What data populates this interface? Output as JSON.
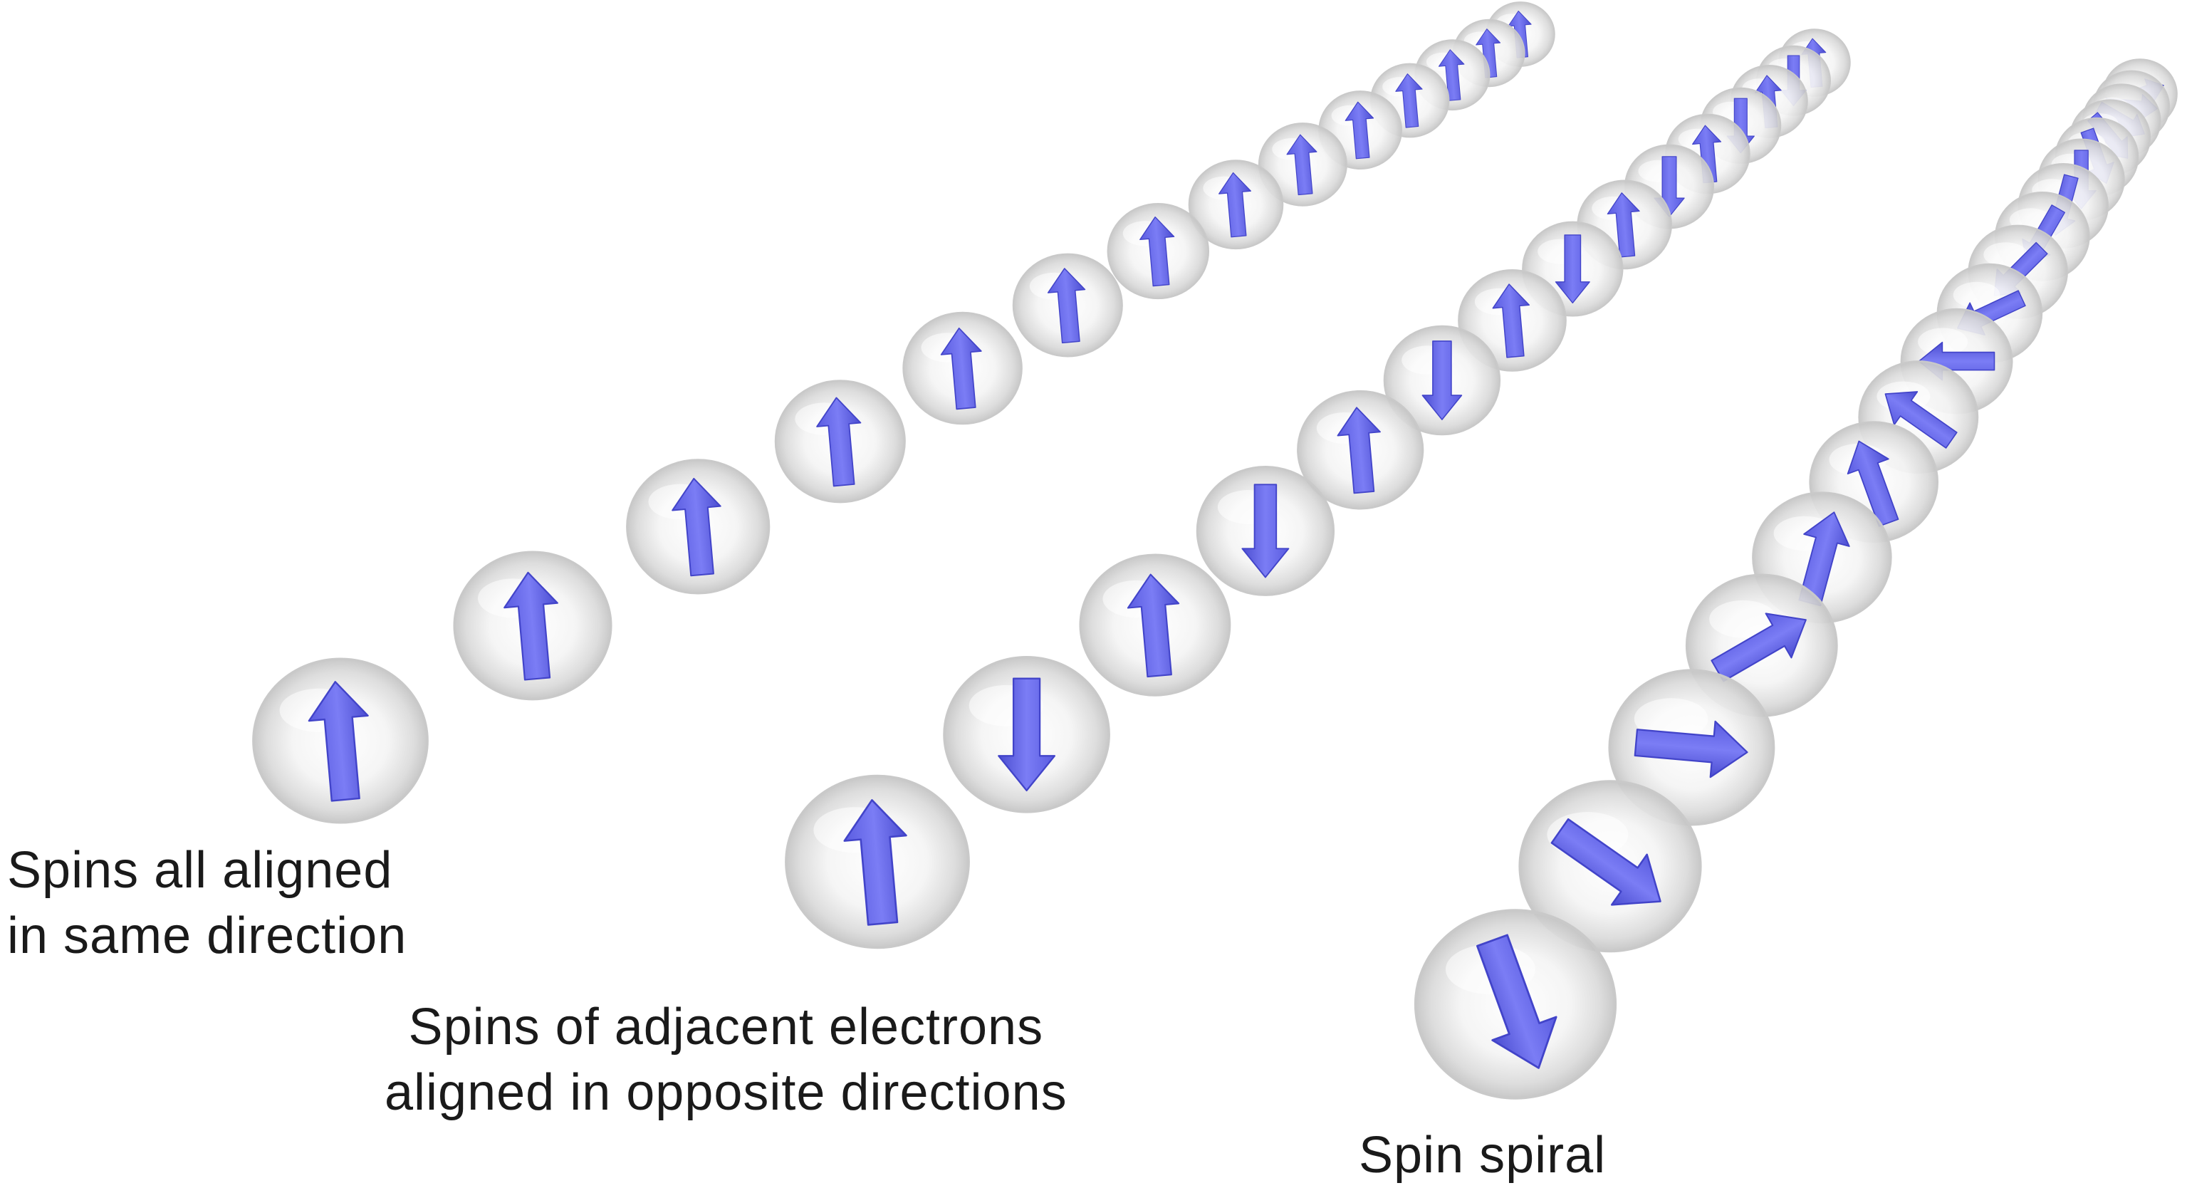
{
  "colors": {
    "arrow": "#6a6cf0",
    "arrow_dark": "#4244c9",
    "sphere_edge": "#c9c9c9",
    "sphere_fill": "#efefef",
    "text": "#1a1a1a"
  },
  "chains": [
    {
      "id": "aligned",
      "caption_lines": [
        "Spins all aligned",
        "in same direction"
      ],
      "spin_angles_deg": [
        -5,
        -5,
        -5,
        -5,
        -5,
        -5,
        -5,
        -5,
        -5,
        -5,
        -5,
        -5,
        -5,
        -5
      ]
    },
    {
      "id": "antiparallel",
      "caption_lines": [
        "Spins of adjacent electrons",
        "aligned in opposite directions"
      ],
      "spin_angles_deg": [
        -5,
        180,
        -5,
        180,
        -5,
        180,
        -5,
        180,
        -5,
        180,
        -5,
        180,
        -5,
        180,
        -5
      ]
    },
    {
      "id": "spiral",
      "caption_lines": [
        "Spin spiral"
      ],
      "spin_angles_deg": [
        160,
        125,
        95,
        60,
        15,
        -20,
        -55,
        -90,
        -115,
        -135,
        -150,
        -165,
        180,
        160,
        140,
        120,
        95,
        70
      ]
    }
  ]
}
